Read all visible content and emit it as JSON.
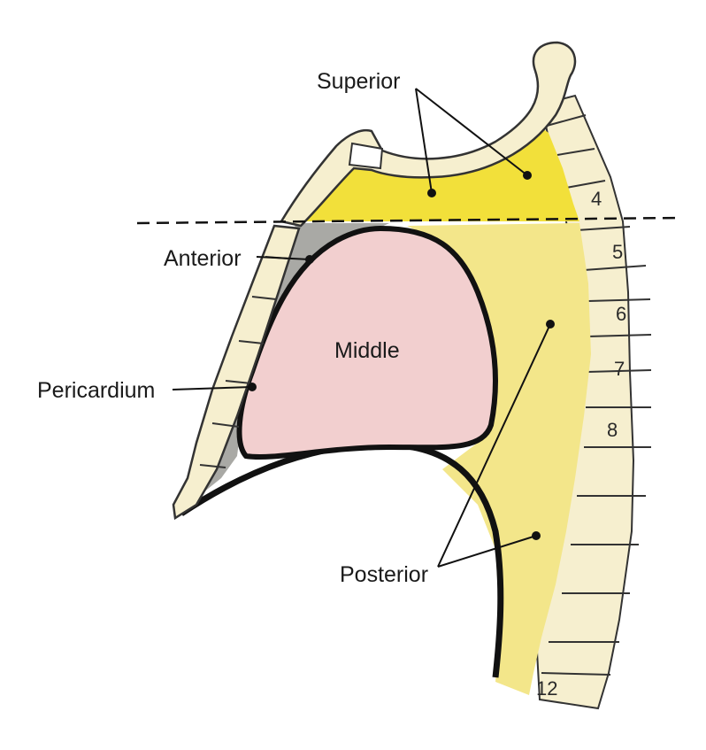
{
  "labels": {
    "superior": "Superior",
    "anterior": "Anterior",
    "middle": "Middle",
    "pericardium": "Pericardium",
    "posterior": "Posterior"
  },
  "vertebra_numbers": {
    "v4": "4",
    "v5": "5",
    "v6": "6",
    "v7": "7",
    "v8": "8",
    "v12": "12"
  },
  "colors": {
    "superior_region": "#f2e03a",
    "posterior_region": "#f3e68a",
    "anterior_region": "#a9a9a5",
    "middle_region": "#f2cfcf",
    "bone": "#f6efcf",
    "outline": "#111111"
  }
}
